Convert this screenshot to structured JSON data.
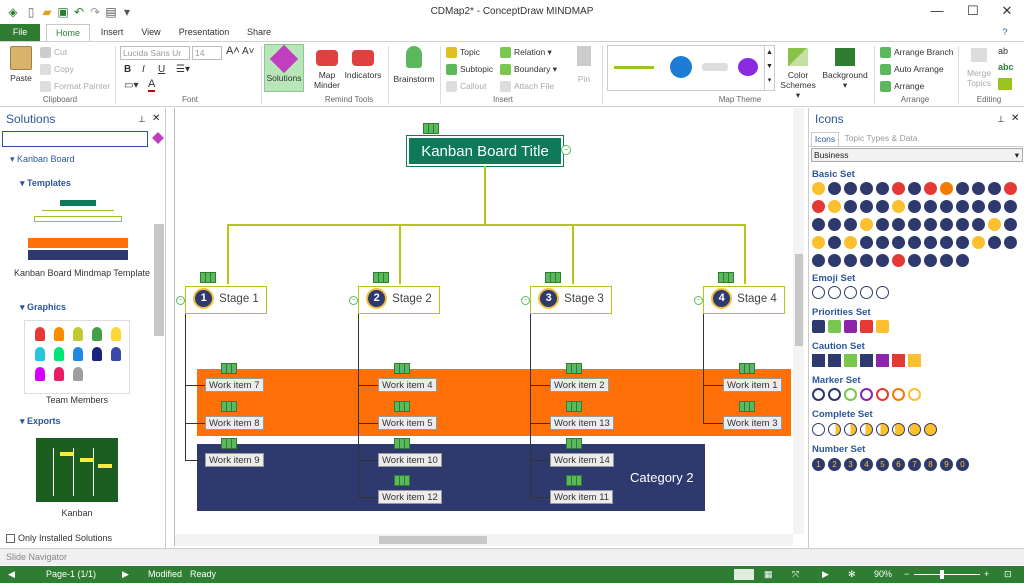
{
  "app": {
    "title": "CDMap2* - ConceptDraw MINDMAP"
  },
  "tabs": [
    "File",
    "Home",
    "Insert",
    "View",
    "Presentation",
    "Share"
  ],
  "ribbon": {
    "clipboard": {
      "label": "Clipboard",
      "paste": "Paste",
      "cut": "Cut",
      "copy": "Copy",
      "format_painter": "Format Painter"
    },
    "font": {
      "label": "Font",
      "family": "Lucida Sans Ur",
      "size": "14",
      "bold": "B",
      "italic": "I",
      "underline": "U",
      "color_a": "A"
    },
    "remind": {
      "label": "Remind Tools",
      "solutions": "Solutions",
      "map_minder": "Map Minder",
      "indicators": "Indicators"
    },
    "brainstorm": "Brainstorm",
    "insert": {
      "label": "Insert",
      "topic": "Topic",
      "subtopic": "Subtopic",
      "callout": "Callout",
      "relation": "Relation",
      "boundary": "Boundary",
      "attach_file": "Attach File",
      "pin": "Pin"
    },
    "theme": {
      "label": "Map Theme",
      "color_schemes": "Color Schemes",
      "background": "Background"
    },
    "arrange": {
      "label": "Arrange",
      "arrange_branch": "Arrange Branch",
      "auto_arrange": "Auto Arrange",
      "arrange": "Arrange"
    },
    "editing": {
      "label": "Editing",
      "merge_topics": "Merge Topics"
    }
  },
  "solutions": {
    "title": "Solutions",
    "search_placeholder": "",
    "kanban_board": "Kanban Board",
    "templates": "Templates",
    "template_name": "Kanban Board Mindmap Template",
    "graphics": "Graphics",
    "team_members": "Team Members",
    "exports": "Exports",
    "kanban": "Kanban",
    "only_installed": "Only Installed Solutions"
  },
  "map": {
    "title": "Kanban Board Title",
    "stages": [
      {
        "num": "1",
        "label": "Stage 1"
      },
      {
        "num": "2",
        "label": "Stage 2"
      },
      {
        "num": "3",
        "label": "Stage 3"
      },
      {
        "num": "4",
        "label": "Stage 4"
      }
    ],
    "work_items": {
      "stage1": [
        "Work item 7",
        "Work item 8",
        "Work item 9"
      ],
      "stage2": [
        "Work item 4",
        "Work item 5",
        "Work item 10",
        "Work item 12"
      ],
      "stage3": [
        "Work item 2",
        "Work item 13",
        "Work item 14",
        "Work item 11"
      ],
      "stage4": [
        "Work item 1",
        "Work item 3"
      ]
    },
    "category2": "Category 2",
    "colors": {
      "band_orange": "#ff7009",
      "band_navy": "#2e3a6e",
      "title_green": "#0e7a5a",
      "line": "#b7c41f"
    }
  },
  "icons": {
    "title": "Icons",
    "tab_icons": "Icons",
    "tab_topic_types": "Topic Types & Data",
    "category": "Business",
    "sets": [
      "Basic Set",
      "Emoji Set",
      "Priorities Set",
      "Caution Set",
      "Marker Set",
      "Complete Set",
      "Number Set"
    ]
  },
  "slide_navigator": "Slide Navigator",
  "status": {
    "page": "Page-1 (1/1)",
    "modified": "Modified",
    "ready": "Ready",
    "zoom": "90%"
  }
}
